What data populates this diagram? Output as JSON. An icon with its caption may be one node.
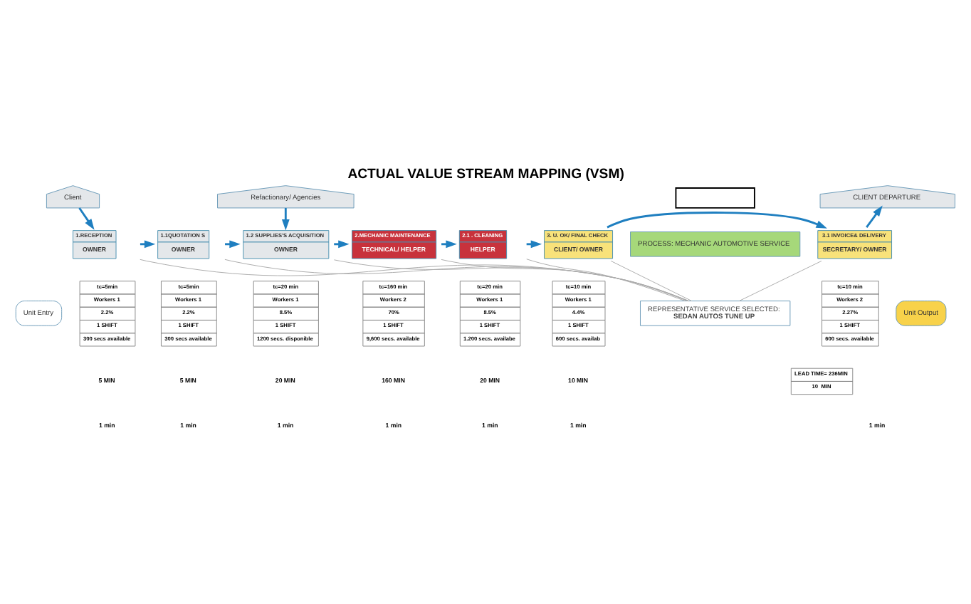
{
  "diagram": {
    "title": "ACTUAL VALUE STREAM MAPPING (VSM)",
    "nodes": [
      {
        "text": [
          "Client"
        ]
      },
      {
        "text": [
          "Refactionary/ Agencies"
        ]
      },
      {
        "text": [],
        "shape": "box"
      },
      {
        "text": [
          "PROCESS: MECHANIC AUTOMOTIVE SERVICE"
        ]
      },
      {
        "text": [
          "REPRESENTATIVE SERVICE SELECTED:",
          "SEDAN AUTOS TUNE UP"
        ]
      },
      {
        "text": [
          "Unit Entry"
        ]
      },
      {
        "text": [
          "1.RECEPTION",
          "OWNER"
        ]
      },
      {
        "text": [
          "1.1QUOTATION S",
          "OWNER"
        ]
      },
      {
        "text": [
          "1.2 SUPPLIES'S ACQUISITION",
          "OWNER"
        ]
      },
      {
        "text": [
          "2.MECHANIC MAINTENANCE",
          "TECHNICAL/ HELPER"
        ]
      },
      {
        "text": [
          "2.1 . CLEANING",
          "HELPER"
        ]
      },
      {
        "text": [
          "3. U. OK/ FINAL CHECK",
          "CLIENT/ OWNER"
        ]
      },
      {
        "text": [
          "3.1 INVOICE& DELIVERY",
          "SECRETARY/ OWNER"
        ]
      },
      {
        "text": [
          "Unit Output"
        ]
      },
      {
        "text": [
          "CLIENT DEPARTURE"
        ]
      },
      {
        "text": [
          "tc=5min",
          "Workers 1",
          "2.2%",
          "1 SHIFT",
          "300 secs available"
        ]
      },
      {
        "text": [
          "tc=5min",
          "Workers 1",
          "2.2%",
          "1 SHIFT",
          "300 secs available"
        ]
      },
      {
        "text": [
          "tc=20 min",
          "Workers 1",
          "8.5%",
          "1 SHIFT",
          "1200 secs. disponible"
        ]
      },
      {
        "text": [
          "tc=160 min",
          "Workers 2",
          "70%",
          "1 SHIFT",
          "9,600 secs. available"
        ]
      },
      {
        "text": [
          "tc=20 min",
          "Workers 1",
          "8.5%",
          "1 SHIFT",
          "1.200 secs. availabe"
        ]
      },
      {
        "text": [
          "tc=10 min",
          "Workers 1",
          "4.4%",
          "1 SHIFT",
          "600 secs. availab"
        ]
      },
      {
        "text": [
          "tc=10 min",
          "Workers 2",
          "2.27%",
          "1 SHIFT",
          "600 secs. available"
        ]
      },
      {
        "text": [
          "LEAD TIME= 236MIN",
          "10  MIN"
        ]
      }
    ],
    "edges": [
      {
        "from": 0,
        "to": 6,
        "arrow": "to"
      },
      {
        "from": 1,
        "to": 8,
        "arrow": "to"
      },
      {
        "from": 4,
        "to": 6,
        "arrow": "none",
        "color": "#aaaaaa"
      },
      {
        "from": 4,
        "to": 7,
        "arrow": "none",
        "color": "#aaaaaa"
      },
      {
        "from": 4,
        "to": 8,
        "arrow": "none",
        "color": "#aaaaaa"
      },
      {
        "from": 4,
        "to": 9,
        "arrow": "none",
        "color": "#aaaaaa"
      },
      {
        "from": 4,
        "to": 10,
        "arrow": "none",
        "color": "#aaaaaa"
      },
      {
        "from": 4,
        "to": 11,
        "arrow": "none",
        "color": "#aaaaaa"
      },
      {
        "from": 4,
        "to": 12,
        "arrow": "none",
        "color": "#aaaaaa"
      },
      {
        "from": 6,
        "to": 7,
        "arrow": "to"
      },
      {
        "from": 7,
        "to": 8,
        "arrow": "to"
      },
      {
        "from": 8,
        "to": 9,
        "arrow": "to"
      },
      {
        "from": 9,
        "to": 10,
        "arrow": "to"
      },
      {
        "from": 10,
        "to": 11,
        "arrow": "to"
      },
      {
        "from": 11,
        "to": 12,
        "arrow": "to"
      },
      {
        "from": 12,
        "to": 14,
        "arrow": "to"
      }
    ],
    "labels": [
      "5 MIN",
      "5 MIN",
      "20 MIN",
      "160 MIN",
      "20 MIN",
      "10 MIN",
      "1 min",
      "1 min",
      "1 min",
      "1 min",
      "1 min",
      "1 min",
      "1 min"
    ]
  }
}
